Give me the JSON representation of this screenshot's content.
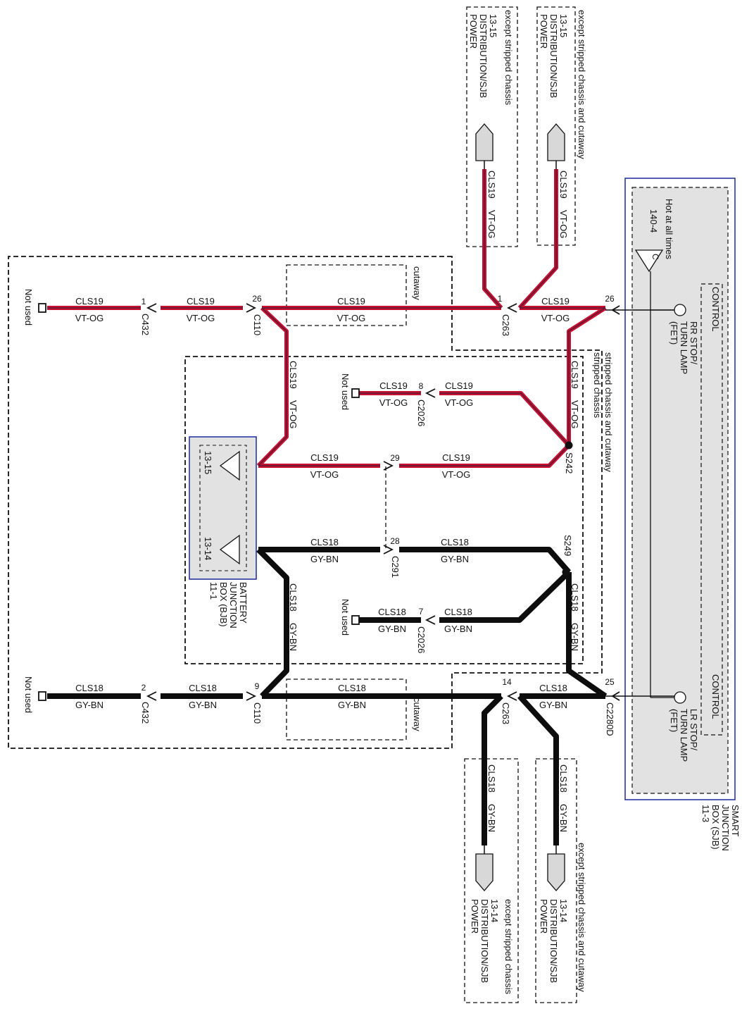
{
  "colors": {
    "wire_vt_og_core": "#c8102e",
    "wire_vt_og_stripe": "#5a1a3a",
    "wire_gy_bn": "#0d0d0d",
    "module_fill": "#e2e2e2",
    "module_border": "#1a2a9a"
  },
  "sjb": {
    "title": "SMART",
    "title2": "JUNCTION",
    "title3": "BOX (SJB)",
    "ref": "11-3",
    "hot_label": "Hot at all times",
    "fuse_num": "140-4",
    "fuse_letter": "C",
    "rr_control": "CONTROL",
    "rr_name1": "RR STOP/",
    "rr_name2": "TURN LAMP",
    "rr_name3": "(FET)",
    "lr_control": "CONTROL",
    "lr_name1": "LR STOP/",
    "lr_name2": "TURN LAMP",
    "lr_name3": "(FET)"
  },
  "bjb": {
    "name1": "BATTERY",
    "name2": "JUNCTION",
    "name3": "BOX (BJB)",
    "ref": "11-1",
    "pin_upper": "13-15",
    "pin_lower": "13-14"
  },
  "power_dist": {
    "label1": "POWER",
    "label2": "DISTRIBUTION/SJB",
    "ref_upper": "13-15",
    "ref_lower": "13-14",
    "note_a": "except stripped chassis and cutaway",
    "note_b": "except stripped chassis"
  },
  "wires": {
    "cls19": "CLS19",
    "cls18": "CLS18",
    "vt_og": "VT-OG",
    "gy_bn": "GY-BN"
  },
  "connectors": {
    "c432": "C432",
    "c110": "C110",
    "c263": "C263",
    "c2026": "C2026",
    "c291": "C291",
    "c2280d": "C2280D",
    "s242": "S242",
    "s249": "S249"
  },
  "pins": {
    "p1": "1",
    "p2": "2",
    "p26": "26",
    "p9": "9",
    "p8": "8",
    "p7": "7",
    "p29": "29",
    "p28": "28",
    "p14": "14",
    "p25": "25"
  },
  "notes": {
    "not_used": "Not used",
    "cutaway": "cutaway",
    "stripped_cutaway": "stripped chassis and cutaway",
    "stripped": "stripped chassis"
  }
}
